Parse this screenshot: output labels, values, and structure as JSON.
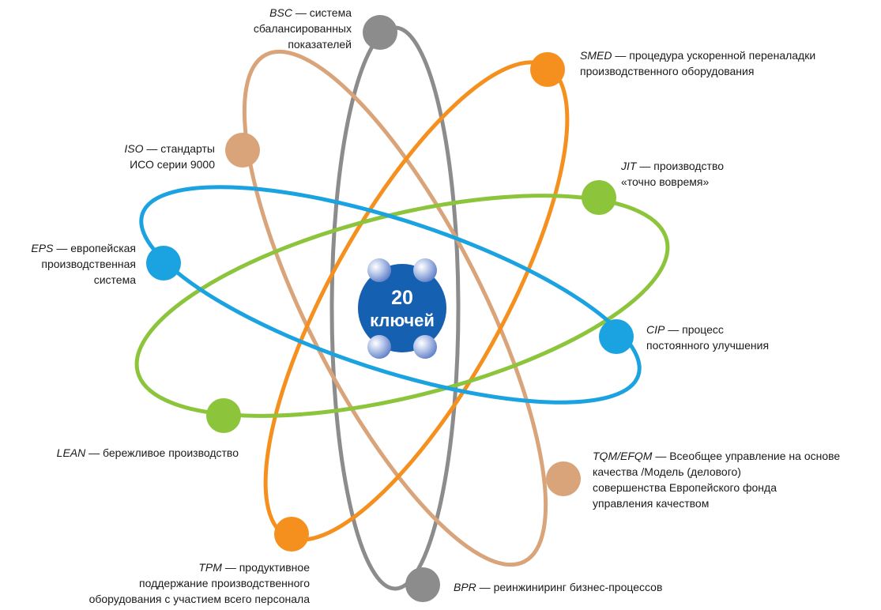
{
  "center": {
    "line1": "20",
    "line2": "ключей"
  },
  "colors": {
    "gray": "#8c8c8c",
    "orange": "#f5901e",
    "tan": "#d9a47a",
    "green": "#8cc43c",
    "blue": "#1aa3e0",
    "center": "#1560b0"
  },
  "labels": {
    "bsc": {
      "abbr": "BSC",
      "text": " — система",
      "line2": "сбалансированных",
      "line3": "показателей"
    },
    "smed": {
      "abbr": "SMED",
      "text": " — процедура ускоренной переналадки",
      "line2": "производственного оборудования"
    },
    "iso": {
      "abbr": "ISO",
      "text": " — стандарты",
      "line2": "ИСО серии 9000"
    },
    "jit": {
      "abbr": "JIT",
      "text": " — производство",
      "line2": "«точно вовремя»"
    },
    "eps": {
      "abbr": "EPS",
      "text": " — европейская",
      "line2": "производственная",
      "line3": "система"
    },
    "cip": {
      "abbr": "CIP",
      "text": " — процесс",
      "line2": "постоянного улучшения"
    },
    "lean": {
      "abbr": "LEAN",
      "text": " — бережливое производство"
    },
    "tqm": {
      "abbr": "TQM/EFQM",
      "text": " — Всеобщее управление на основе",
      "line2": "качества /Модель (делового)",
      "line3": "совершенства Европейского фонда",
      "line4": "управления качеством"
    },
    "tpm": {
      "abbr": "TPM",
      "text": " — продуктивное",
      "line2": "поддержание производственного",
      "line3": "оборудования с участием всего персонала"
    },
    "bpr": {
      "abbr": "BPR",
      "text": " — реинжиниринг бизнес-процессов"
    }
  }
}
